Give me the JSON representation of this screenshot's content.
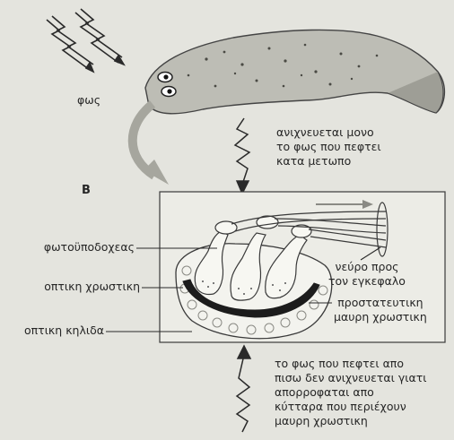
{
  "panel_label": "B",
  "labels": {
    "light": "φως",
    "detects_front": [
      "ανιχνευεται μονο",
      "το φως που πεφτει",
      "κατα μετωπο"
    ],
    "photoreceptors": "φωτοϋποδοχεας",
    "optic_pigment": "οπτικη χρωστικη",
    "optic_cup": "οπτικη κηλιδα",
    "nerve": [
      "νεύρο προς",
      "τον εγκεφαλο"
    ],
    "protective_pigment": [
      "προστατευτικη",
      "μαυρη χρωστικη"
    ],
    "from_behind": [
      "το φως που πεφτει απο",
      "πισω δεν ανιχνευεται γιατι",
      "απορροφαται απο",
      "κύτταρα που περιέχουν",
      "μαυρη χρωστικη"
    ]
  },
  "colors": {
    "background": "#e4e4de",
    "ink": "#2a2a2a",
    "worm_body": "#bdbdb5",
    "pigment": "#1c1c1c",
    "arrow_gray": "#9a9a92"
  },
  "icons": [
    "light-ray-icon",
    "flatworm-illustration",
    "eye-cup-diagram"
  ]
}
